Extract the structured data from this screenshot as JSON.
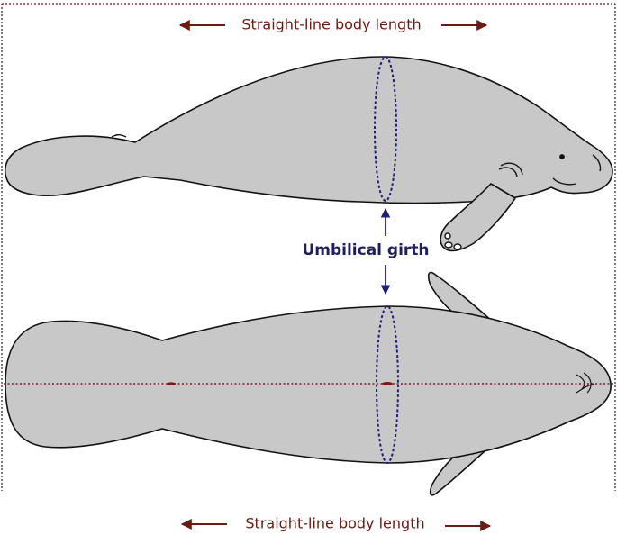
{
  "labels": {
    "top_length": "Straight-line body length",
    "bottom_length": "Straight-line body length",
    "girth": "Umbilical girth"
  },
  "colors": {
    "body_fill": "#c8c8c8",
    "outline": "#111111",
    "length_arrow": "#6b1a14",
    "girth_color": "#1f1f7a",
    "midline": "#7a1a1a"
  },
  "figures": [
    "manatee-side-view",
    "manatee-ventral-view"
  ]
}
